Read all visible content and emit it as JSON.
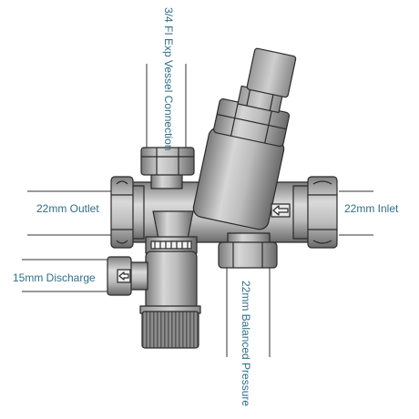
{
  "labels": {
    "vessel_connection": "3/4 FI Exp Vessel Connection",
    "outlet": "22mm Outlet",
    "inlet": "22mm Inlet",
    "discharge": "15mm Discharge",
    "balanced_pressure": "22mm Balanced Pressure"
  },
  "colors": {
    "label_text": "#2f6f8a",
    "pipe_line": "#333333",
    "body_dark": "#6e6e6e",
    "body_mid": "#a9a9a9",
    "body_light": "#dcdcdc",
    "outline": "#2a2a2a"
  }
}
